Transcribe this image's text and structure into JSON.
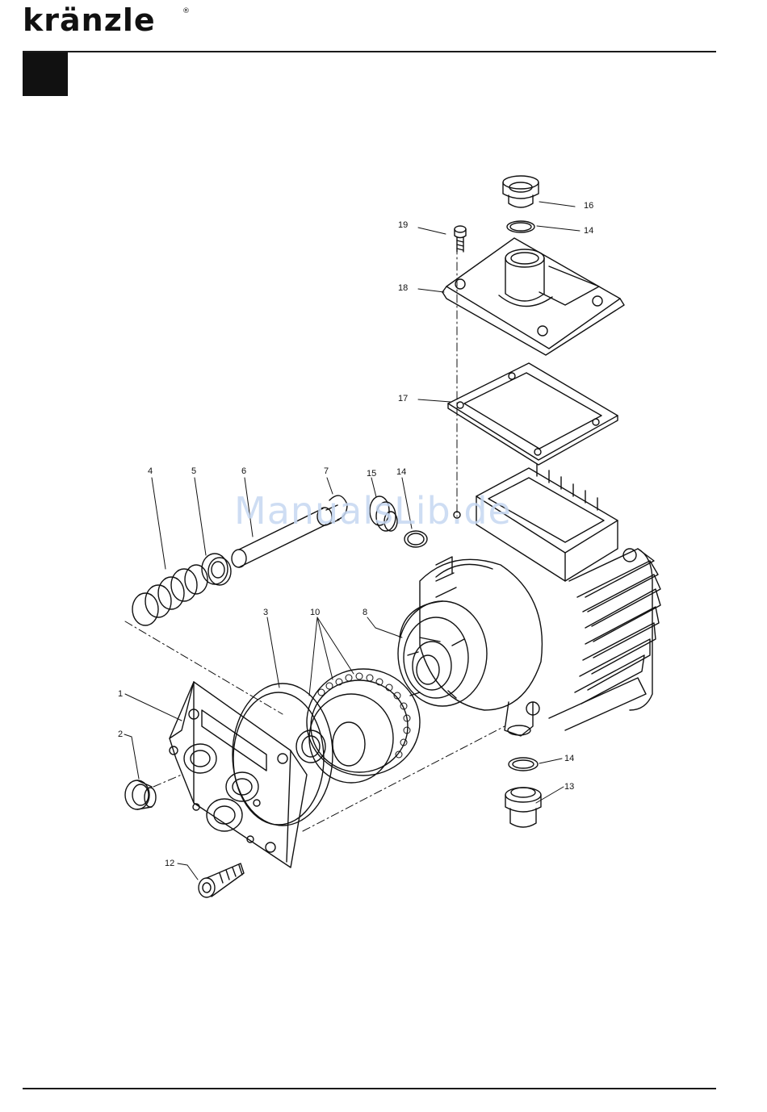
{
  "brand": {
    "logo_text": "kränzle",
    "registered_mark": "®"
  },
  "watermark": "ManualsLib.de",
  "callouts": {
    "c1": "1",
    "c2": "2",
    "c3": "3",
    "c4": "4",
    "c5": "5",
    "c6": "6",
    "c7": "7",
    "c8": "8",
    "c10": "10",
    "c12": "12",
    "c13": "13",
    "c14a": "14",
    "c14b": "14",
    "c14c": "14",
    "c15": "15",
    "c16": "16",
    "c17": "17",
    "c18": "18",
    "c19": "19"
  },
  "colors": {
    "ink": "#111111",
    "watermark": "#c6d8f2",
    "paper": "#ffffff"
  }
}
